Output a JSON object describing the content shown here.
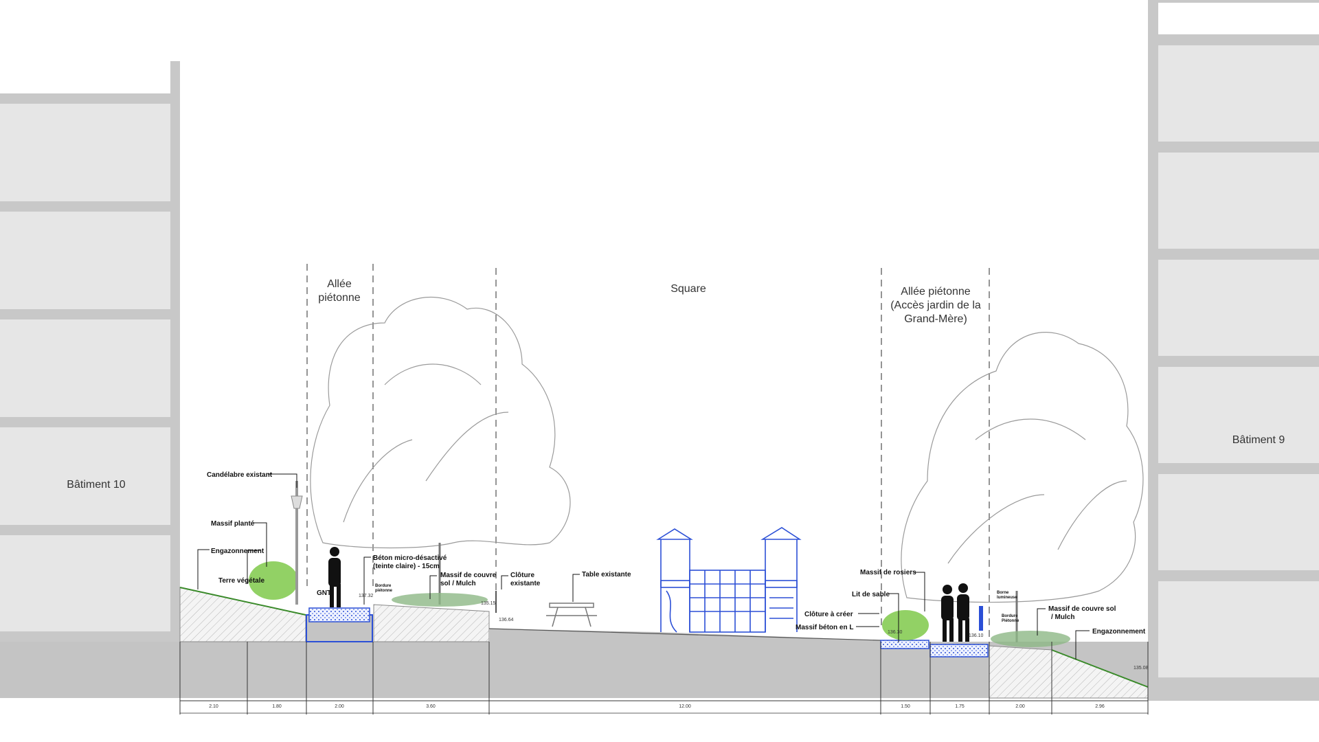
{
  "buildings": {
    "left": "Bâtiment 10",
    "right": "Bâtiment 9"
  },
  "zones": {
    "allee_left_line1": "Allée",
    "allee_left_line2": "piétonne",
    "square": "Square",
    "allee_right_line1": "Allée piétonne",
    "allee_right_line2": "(Accès jardin de la",
    "allee_right_line3": "Grand-Mère)"
  },
  "annotations": {
    "candelabre": "Candélabre existant",
    "massif_plante": "Massif planté",
    "engazonnement_left": "Engazonnement",
    "terre_vegetale": "Terre végétale",
    "gnt": "GNT",
    "beton_line1": "Béton micro-désactivé",
    "beton_line2": "(teinte claire) - 15cm",
    "bordure_pietonne_left_line1": "Bordure",
    "bordure_pietonne_left_line2": "piétonne",
    "massif_couvre_left_line1": "Massif de couvre",
    "massif_couvre_left_line2": "sol / Mulch",
    "cloture_existante_line1": "Clôture",
    "cloture_existante_line2": "existante",
    "table_existante": "Table existante",
    "massif_rosiers": "Massif de rosiers",
    "lit_de_sable": "Lit de sable",
    "cloture_a_creer": "Clôture à créer",
    "massif_beton": "Massif béton en L",
    "borne_line1": "Borne",
    "borne_line2": "lumineuse",
    "bordure_right_line1": "Bordure",
    "bordure_right_line2": "Piétonne",
    "massif_couvre_right_line1": "Massif de couvre sol",
    "massif_couvre_right_line2": "/ Mulch",
    "engazonnement_right": "Engazonnement"
  },
  "levels": {
    "l1": "137.32",
    "l2": "135.15",
    "l3": "136.64",
    "l4": "136.30",
    "l5": "136.10",
    "l6": "135.08"
  },
  "dimensions": [
    "2.10",
    "1.80",
    "2.00",
    "3.60",
    "12.00",
    "1.50",
    "1.75",
    "2.00",
    "2.96"
  ],
  "colors": {
    "building_fill": "#e6e6e6",
    "building_frame": "#c8c8c8",
    "ground": "#c4c4c4",
    "accent_blue": "#2b4fd6",
    "vegetation": "#6fbf3a"
  }
}
